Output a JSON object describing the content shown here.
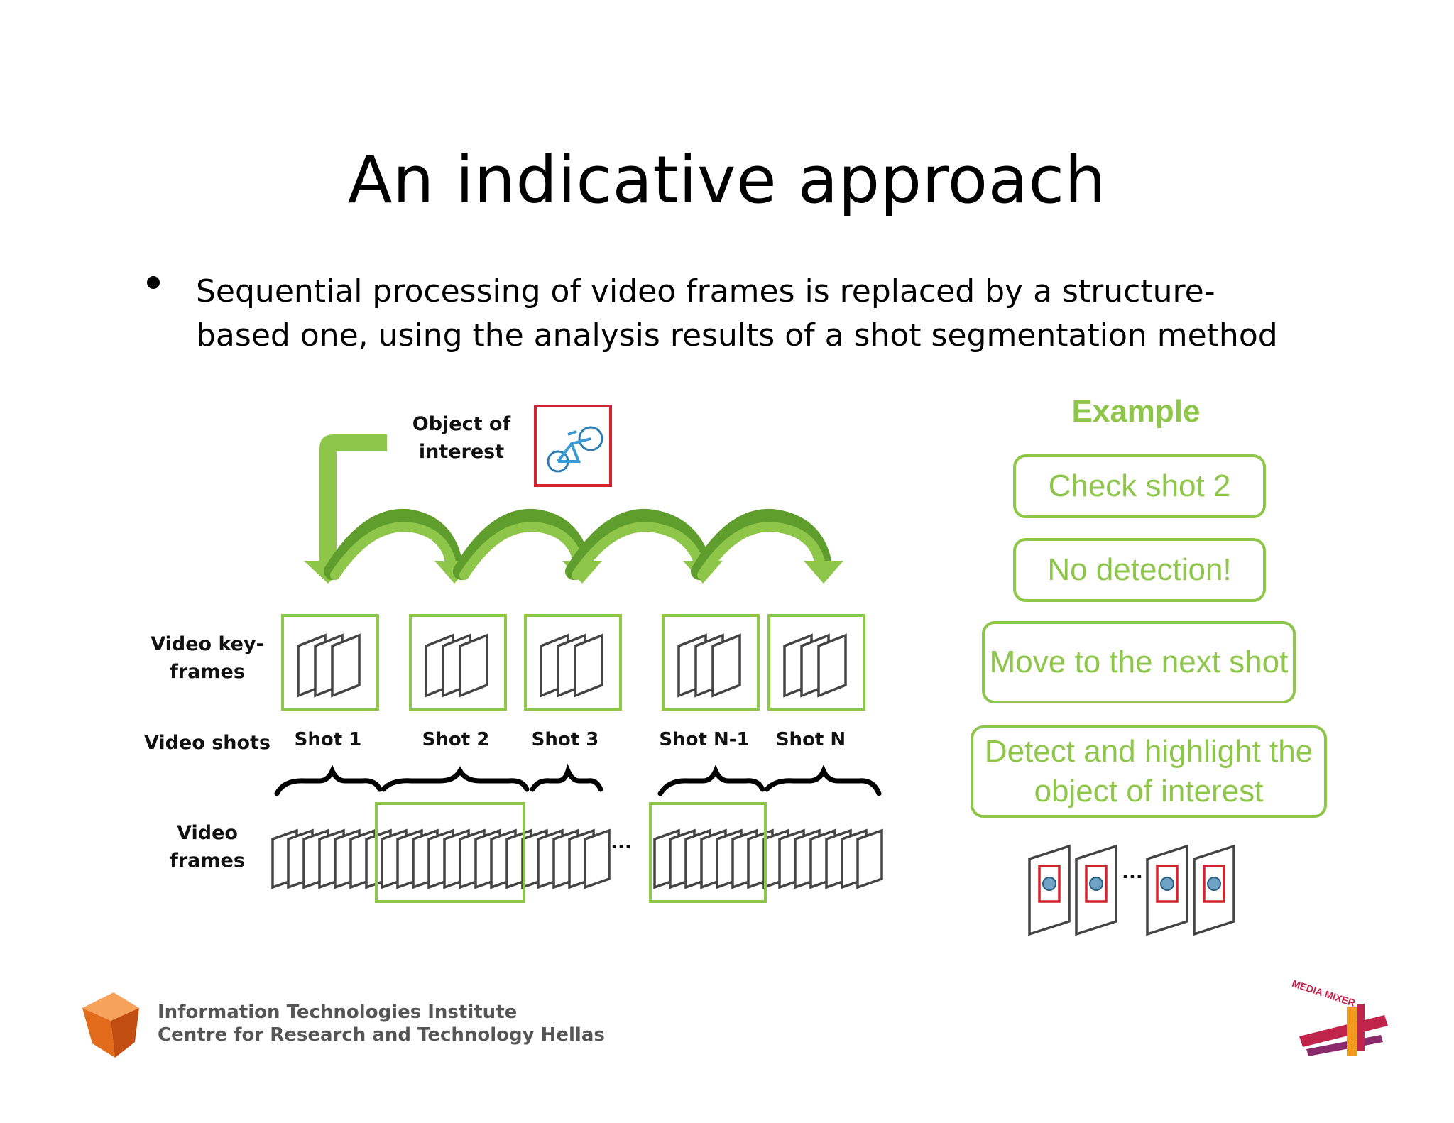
{
  "title": "An indicative approach",
  "bullet": "Sequential processing of video frames is replaced by a structure-based one, using the analysis results of a shot segmentation method",
  "diagram": {
    "object_label": "Object of interest",
    "row_keyframes": "Video key-frames",
    "row_shots": "Video shots",
    "row_frames": "Video frames",
    "shots": [
      "Shot 1",
      "Shot 2",
      "Shot 3",
      "Shot N-1",
      "Shot N"
    ],
    "ellipsis": "...",
    "colors": {
      "accent": "#8dc649",
      "object_border": "#d4232e",
      "frame_stroke": "#444444"
    }
  },
  "example": {
    "title": "Example",
    "step1": "Check shot 2",
    "step2": "No detection!",
    "step3": "Move to the next shot",
    "step4": "Detect and highlight the object of interest",
    "ellipsis": "..."
  },
  "footer": {
    "line1": "Information Technologies Institute",
    "line2": "Centre for Research and Technology Hellas",
    "logo_right": "MEDIA MIXER"
  }
}
